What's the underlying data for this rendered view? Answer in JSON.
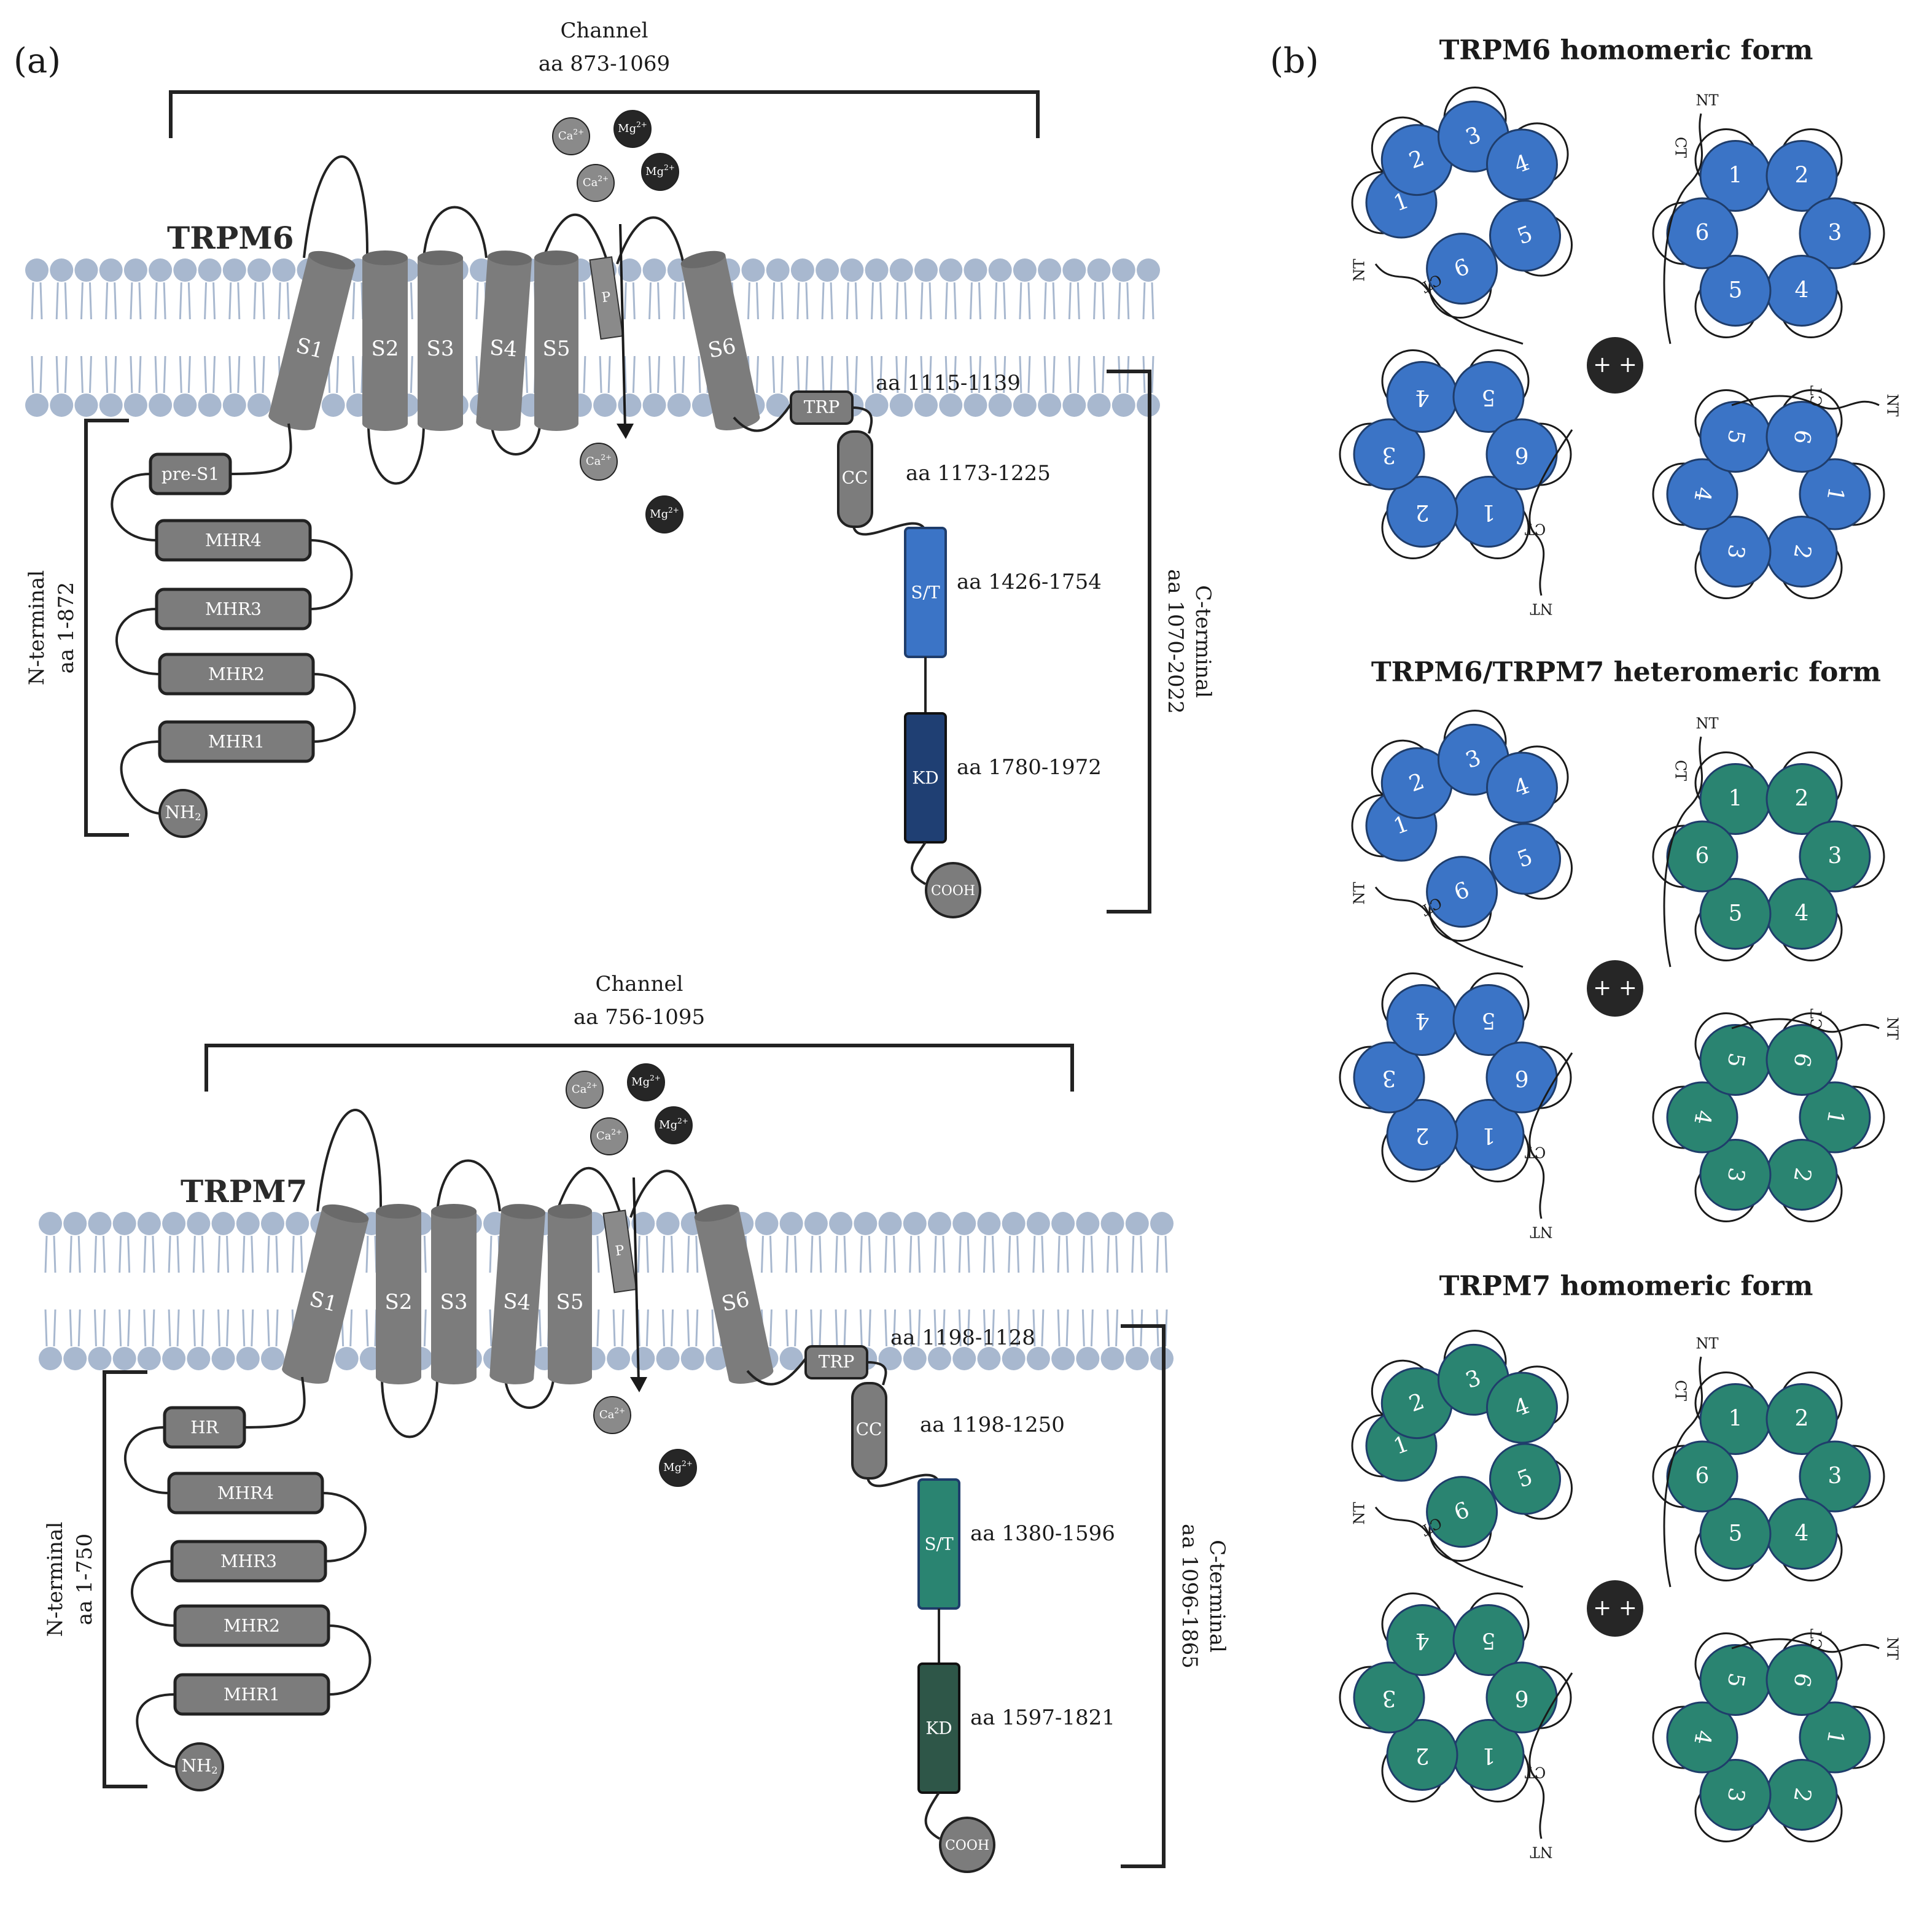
{
  "panel_a": {
    "label": "(a)",
    "trpm6": {
      "name": "TRPM6",
      "channel_title": "Channel",
      "channel_range": "aa 873-1069",
      "segments": [
        "S1",
        "S2",
        "S3",
        "S4",
        "S5",
        "P",
        "S6"
      ],
      "ions_top": [
        "Ca2+",
        "Mg2+",
        "Ca2+",
        "Mg2+"
      ],
      "ions_bottom": [
        "Ca2+",
        "Mg2+"
      ],
      "n_terminal": "N-terminal",
      "n_range": "aa 1-872",
      "c_terminal": "C-terminal",
      "c_range": "aa 1070-2022",
      "n_domains": [
        "pre-S1",
        "MHR4",
        "MHR3",
        "MHR2",
        "MHR1",
        "NH2"
      ],
      "trp": "TRP",
      "trp_range": "aa  1115-1139",
      "cc": "CC",
      "cc_range": "aa  1173-1225",
      "st": "S/T",
      "st_range": "aa 1426-1754",
      "kd": "KD",
      "kd_range": "aa 1780-1972",
      "cooh": "COOH"
    },
    "trpm7": {
      "name": "TRPM7",
      "channel_title": "Channel",
      "channel_range": "aa 756-1095",
      "segments": [
        "S1",
        "S2",
        "S3",
        "S4",
        "S5",
        "P",
        "S6"
      ],
      "ions_top": [
        "Ca2+",
        "Mg2+",
        "Ca2+",
        "Mg2+"
      ],
      "ions_bottom": [
        "Ca2+",
        "Mg2+"
      ],
      "n_terminal": "N-terminal",
      "n_range": "aa 1-750",
      "c_terminal": "C-terminal",
      "c_range": "aa 1096-1865",
      "n_domains": [
        "HR",
        "MHR4",
        "MHR3",
        "MHR2",
        "MHR1",
        "NH2"
      ],
      "trp": "TRP",
      "trp_range": "aa  1198-1128",
      "cc": "CC",
      "cc_range": "aa  1198-1250",
      "st": "S/T",
      "st_range": "aa 1380-1596",
      "kd": "KD",
      "kd_range": "aa 1597-1821",
      "cooh": "COOH"
    }
  },
  "panel_b": {
    "label": "(b)",
    "forms": [
      {
        "title": "TRPM6 homomeric form",
        "subunit_colors": [
          "blue",
          "blue",
          "blue",
          "blue"
        ]
      },
      {
        "title": "TRPM6/TRPM7 heteromeric form",
        "subunit_colors": [
          "blue",
          "green",
          "blue",
          "green"
        ]
      },
      {
        "title": "TRPM7 homomeric form",
        "subunit_colors": [
          "green",
          "green",
          "green",
          "green"
        ]
      }
    ],
    "pore_label": "+ +",
    "subunit_numbers": [
      "1",
      "2",
      "3",
      "4",
      "5",
      "6"
    ],
    "nt": "NT",
    "ct": "CT"
  },
  "colors": {
    "membrane": "#a8b8cf",
    "segment": "#7c7c7c",
    "trpm6_blue": "#3b74c6",
    "trpm7_green": "#2a8471",
    "kd6": "#1f3f73",
    "kd7": "#2e5648",
    "ion_dark": "#262626",
    "ion_light": "#8a8a8a"
  }
}
